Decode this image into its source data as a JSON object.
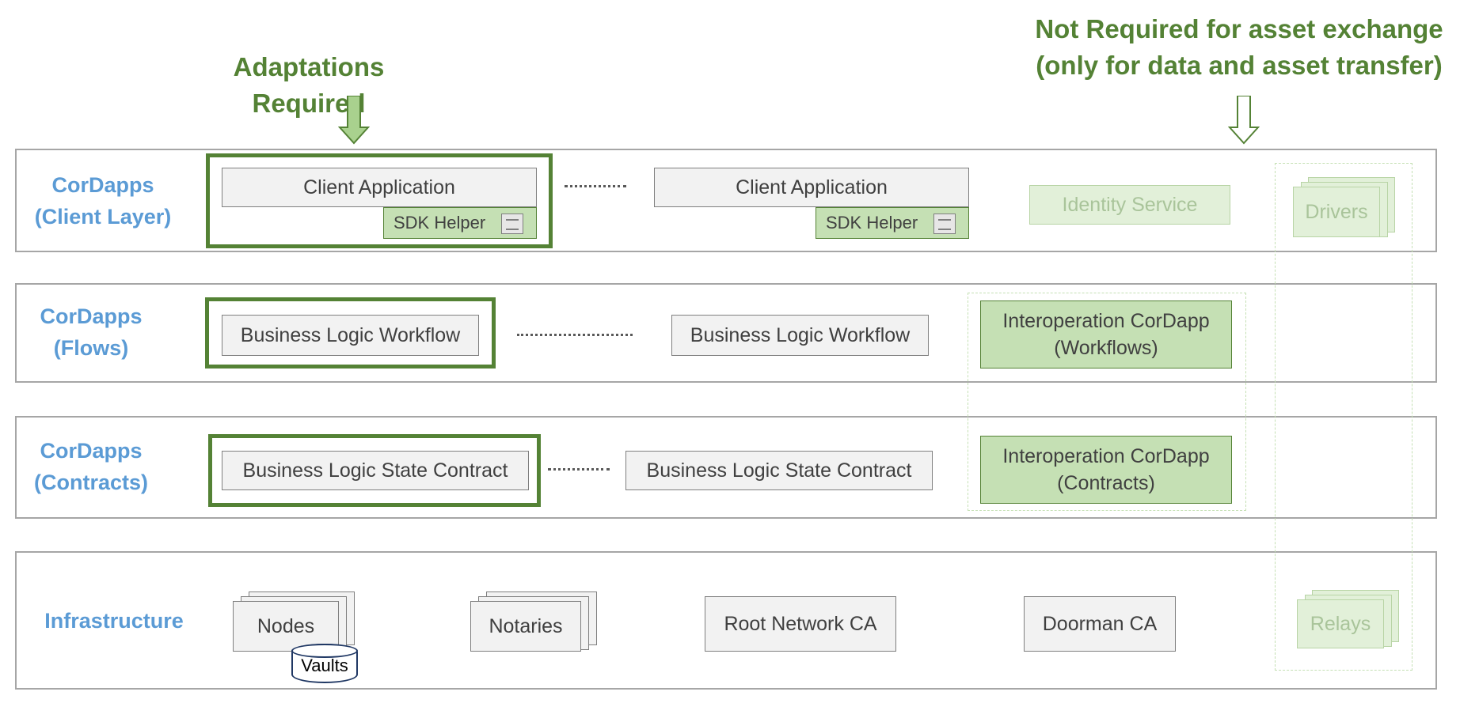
{
  "callouts": {
    "adaptations": "Adaptations Required",
    "not_required": "Not Required for asset exchange\n(only for data and asset transfer)"
  },
  "lanes": {
    "client": "CorDapps\n(Client Layer)",
    "flows": "CorDapps\n(Flows)",
    "contracts": "CorDapps\n(Contracts)",
    "infrastructure": "Infrastructure"
  },
  "boxes": {
    "client_app": "Client Application",
    "sdk_helper": "SDK Helper",
    "identity_service": "Identity Service",
    "drivers": "Drivers",
    "business_logic_workflow": "Business Logic Workflow",
    "interop_workflows": "Interoperation CorDapp\n(Workflows)",
    "business_logic_state_contract": "Business Logic State Contract",
    "interop_contracts": "Interoperation CorDapp\n(Contracts)",
    "nodes": "Nodes",
    "vaults": "Vaults",
    "notaries": "Notaries",
    "root_network_ca": "Root Network CA",
    "doorman_ca": "Doorman CA",
    "relays": "Relays"
  },
  "colors": {
    "highlight_green": "#548235",
    "light_green": "#c5e0b4",
    "faded_green": "#e2f0d9",
    "lane_label_blue": "#5b9bd5",
    "box_grey": "#f2f2f2"
  },
  "icons": [
    "filled-down-arrow-icon",
    "outline-down-arrow-icon",
    "document-icon",
    "database-cylinder-icon"
  ]
}
